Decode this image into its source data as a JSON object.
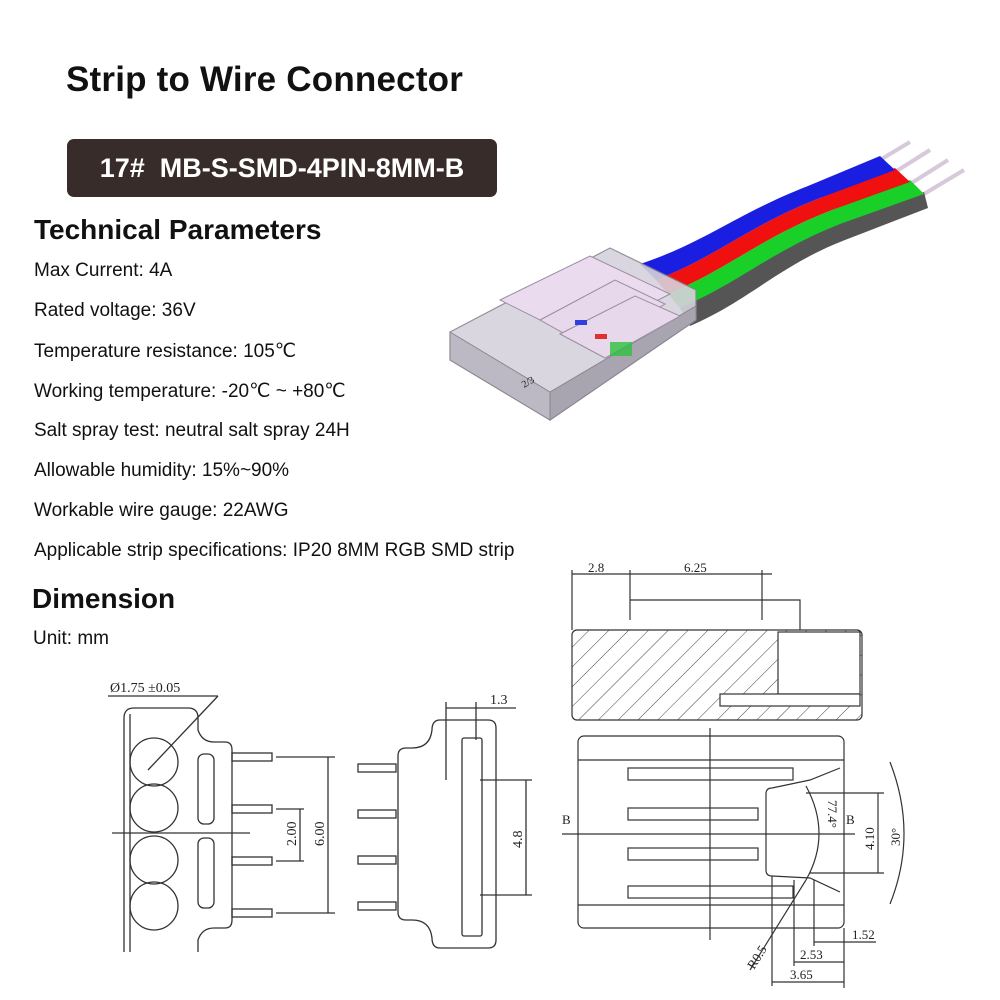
{
  "header": {
    "title": "Strip to Wire Connector",
    "model_badge": "17#  MB-S-SMD-4PIN-8MM-B"
  },
  "technical_parameters": {
    "heading": "Technical Parameters",
    "items": [
      "Max Current: 4A",
      "Rated voltage: 36V",
      "Temperature resistance: 105℃",
      "Working temperature: -20℃ ~ +80℃",
      "Salt spray test: neutral salt spray 24H",
      "Allowable humidity: 15%~90%",
      "Workable wire gauge: 22AWG",
      "Applicable strip specifications: IP20 8MM RGB SMD strip"
    ]
  },
  "product_image": {
    "wire_colors": [
      "#1a1ee0",
      "#f01010",
      "#18d028",
      "#555555"
    ],
    "housing_color": "#c8c4d0",
    "contact_color": "#e8d8ec"
  },
  "dimension": {
    "heading": "Dimension",
    "unit": "Unit: mm",
    "front_view": {
      "diameter_label": "Ø1.75  ±0.05",
      "pitch": "2.00",
      "overall_pin_span": "6.00"
    },
    "side_view": {
      "thickness": "1.3",
      "slot_length": "4.8"
    },
    "top_section_view": {
      "left_offset": "2.8",
      "contact_length": "6.25"
    },
    "bottom_view": {
      "section_marker": "B",
      "angle_inner": "77.4°",
      "angle_outer": "30°",
      "opening_height": "4.10",
      "radius": "R0.5",
      "dim_1": "1.52",
      "dim_2": "2.53",
      "dim_3": "3.65"
    }
  }
}
